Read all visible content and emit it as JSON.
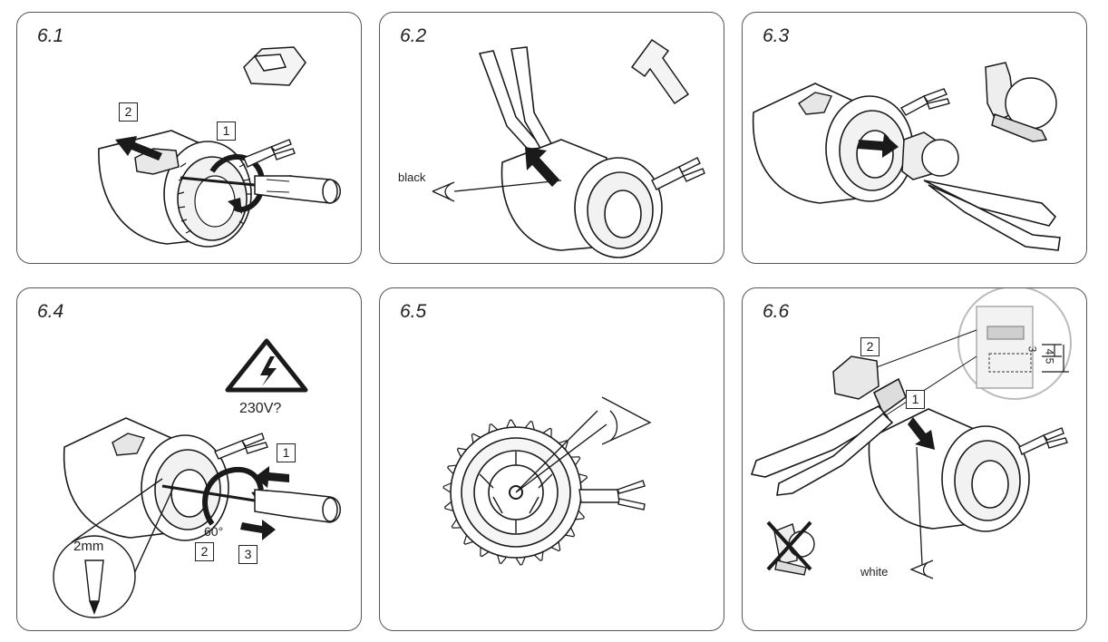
{
  "panels": [
    {
      "title": "6.1",
      "steps": [
        "2",
        "1"
      ]
    },
    {
      "title": "6.2",
      "label": "black"
    },
    {
      "title": "6.3"
    },
    {
      "title": "6.4",
      "warning": "230V?",
      "angle": "60°",
      "size": "2mm",
      "steps": [
        "1",
        "2",
        "3"
      ]
    },
    {
      "title": "6.5"
    },
    {
      "title": "6.6",
      "label": "white",
      "steps": [
        "2",
        "1"
      ],
      "dims": [
        "3",
        "4,5"
      ]
    }
  ],
  "colors": {
    "stroke": "#1a1a1a",
    "fill_light": "#f2f2f2",
    "fill_mid": "#d8d8d8",
    "fill_dark": "#222222"
  }
}
